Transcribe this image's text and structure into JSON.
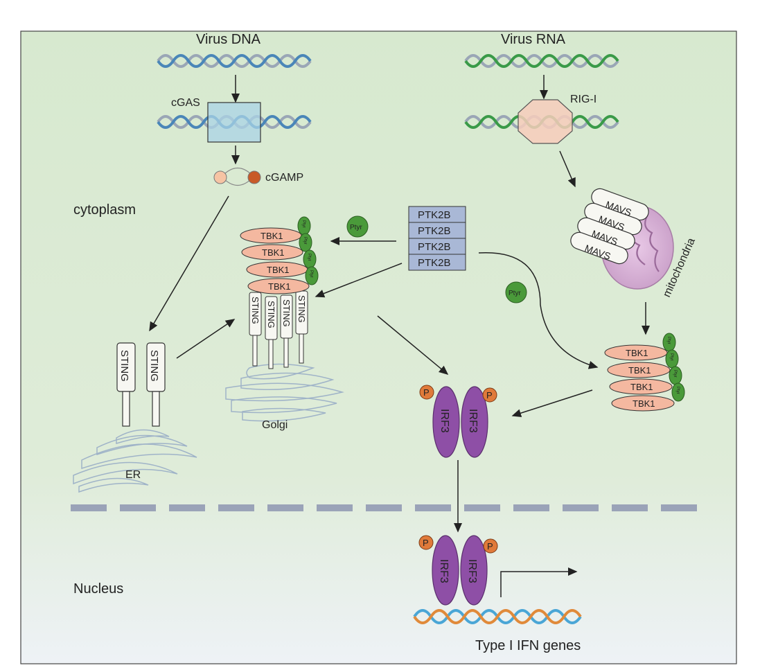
{
  "labels": {
    "virus_dna": "Virus DNA",
    "virus_rna": "Virus RNA",
    "cgas": "cGAS",
    "rig_i": "RIG-I",
    "cgamp": "cGAMP",
    "cytoplasm": "cytoplasm",
    "er": "ER",
    "golgi": "Golgi",
    "mitochondria": "mitochondria",
    "nucleus": "Nucleus",
    "ifn_genes": "Type I IFN genes"
  },
  "proteins": {
    "ptk2b": "PTK2B",
    "tbk1": "TBK1",
    "mavs": "MAVS",
    "sting": "STING",
    "irf3": "IRF3",
    "p": "P",
    "ptyr": "Ptyr"
  },
  "colors": {
    "cytoplasm_bg": "#d9ead3",
    "nucleus_bg": "#eef3f6",
    "dna_blue": "#4a86b8",
    "dna_gray": "#9aa6b6",
    "rna_green": "#3a9a48",
    "tbk1_fill": "#f4b8a0",
    "ptk2b_fill": "#a9b8d6",
    "irf3_fill": "#8e4fa6",
    "phospho_orange": "#e07a3a",
    "ptyr_green": "#4a9a3a",
    "membrane": "#9aa3b8"
  }
}
